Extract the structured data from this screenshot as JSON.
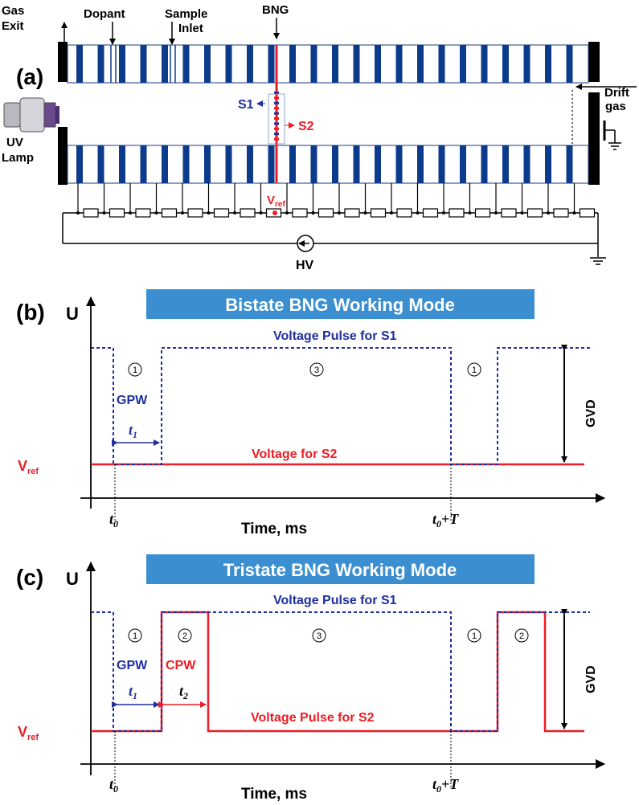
{
  "panel_a": {
    "label": "(a)",
    "gas_exit": "Gas",
    "gas_exit_2": "Exit",
    "dopant": "Dopant",
    "sample_inlet": "Sample",
    "sample_inlet_2": "Inlet",
    "bng": "BNG",
    "uv_lamp": "UV",
    "uv_lamp_2": "Lamp",
    "drift_gas": "Drift",
    "drift_gas_2": "gas",
    "s1": "S1",
    "s2": "S2",
    "vref_v": "V",
    "vref_sub": "ref",
    "hv": "HV"
  },
  "panel_b": {
    "label": "(b)",
    "u": "U",
    "banner": "Bistate BNG Working Mode",
    "s1_label": "Voltage Pulse for S1",
    "s2_label": "Voltage for S2",
    "gpw": "GPW",
    "gvd": "GVD",
    "t1": "t",
    "t1_sub": "1",
    "region1": "1",
    "region3": "3",
    "vref_v": "V",
    "vref_sub": "ref",
    "t0": "t",
    "t0_sub": "0",
    "t0T": "+T",
    "xlabel": "Time, ms"
  },
  "panel_c": {
    "label": "(c)",
    "u": "U",
    "banner": "Tristate BNG Working Mode",
    "s1_label": "Voltage Pulse for S1",
    "s2_label": "Voltage Pulse for S2",
    "gpw": "GPW",
    "cpw": "CPW",
    "gvd": "GVD",
    "t1": "t",
    "t1_sub": "1",
    "t2": "t",
    "t2_sub": "2",
    "region1": "1",
    "region2": "2",
    "region3": "3",
    "vref_v": "V",
    "vref_sub": "ref",
    "t0": "t",
    "t0_sub": "0",
    "t0T": "+T",
    "xlabel": "Time, ms"
  },
  "colors": {
    "navy": "#1f2f9e",
    "red": "#ee1c24",
    "banner": "#3b8fd0",
    "stripe": "#0d3b8c"
  }
}
